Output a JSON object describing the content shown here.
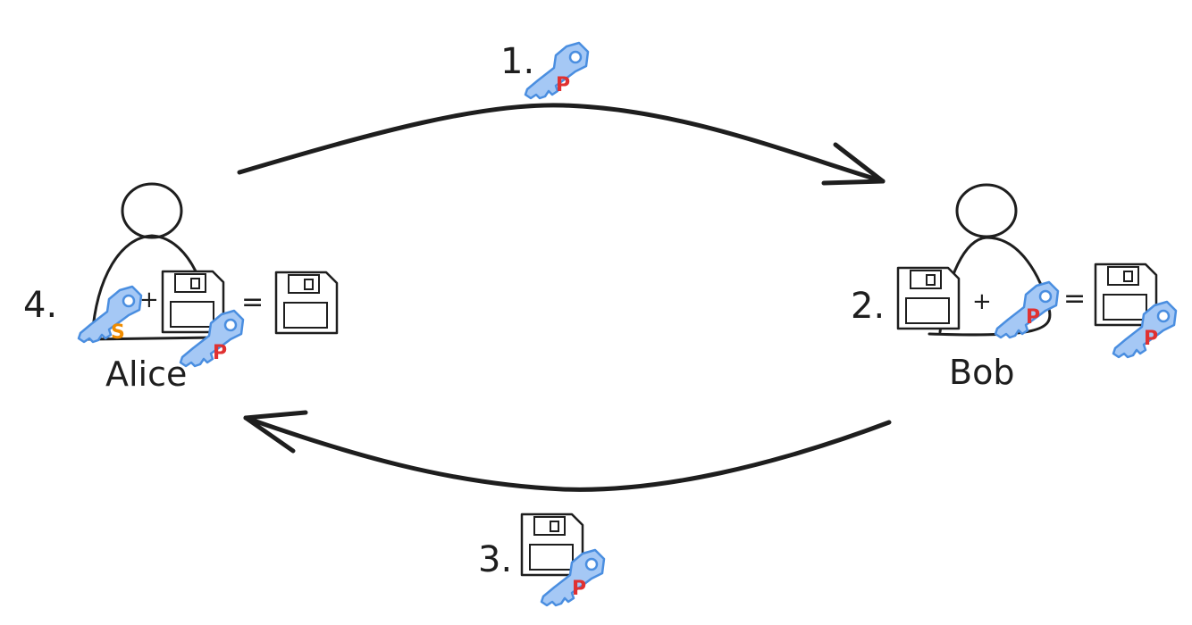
{
  "participants": {
    "alice": {
      "label": "Alice"
    },
    "bob": {
      "label": "Bob"
    }
  },
  "steps": {
    "step1": {
      "number": "1."
    },
    "step2": {
      "number": "2."
    },
    "step3": {
      "number": "3."
    },
    "step4": {
      "number": "4."
    }
  },
  "symbols": {
    "plus": "+",
    "equals": "="
  },
  "key_letters": {
    "public": "P",
    "secret": "S"
  },
  "colors": {
    "key_fill": "#a5c8f5",
    "key_stroke": "#4a8ee0",
    "public_key_letter": "#e03131",
    "secret_key_letter": "#f08c00",
    "ink": "#1e1e1e"
  },
  "icons": [
    "person-icon",
    "floppy-disk-icon",
    "key-icon",
    "arrow-right-icon",
    "arrow-left-icon"
  ]
}
